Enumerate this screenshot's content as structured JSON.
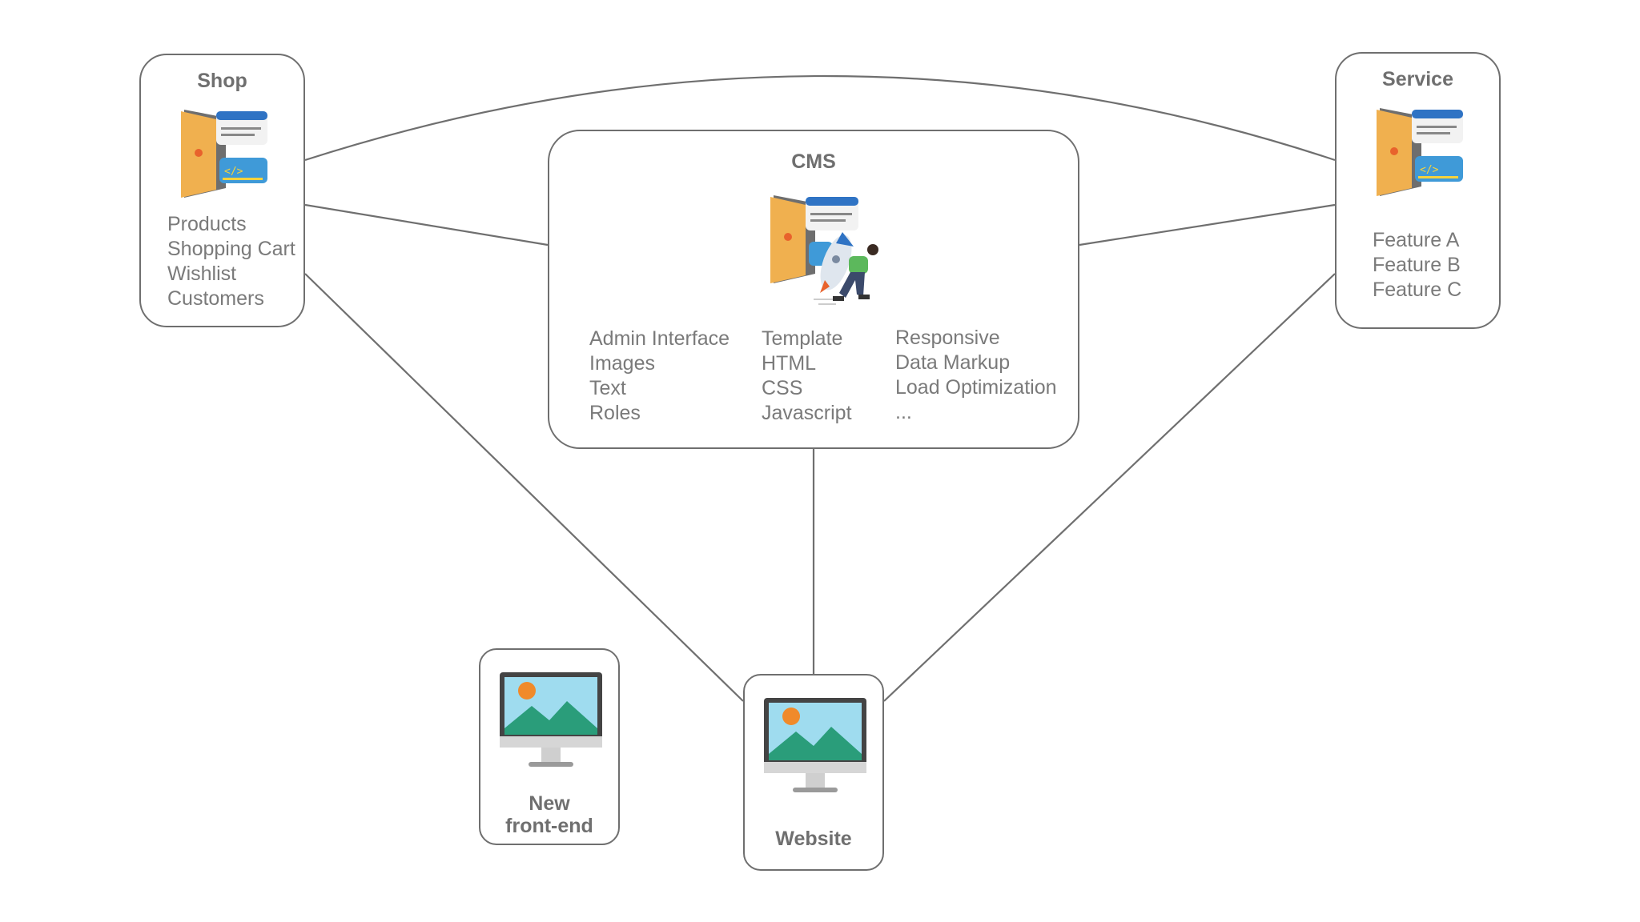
{
  "colors": {
    "stroke": "#6f6f6f",
    "text": "#7a7a7a",
    "door": "#f0b04f",
    "doorDark": "#6e6e6e",
    "bubbleBlue": "#2f73c4",
    "codeBlue": "#3f9ad8",
    "screenBg": "#9fdcef",
    "mountain": "#2a9d7a",
    "sun": "#f08a2a"
  },
  "shop": {
    "title": "Shop",
    "icon": "door-code-icon",
    "items": [
      "Products",
      "Shopping Cart",
      "Wishlist",
      "Customers"
    ]
  },
  "service": {
    "title": "Service",
    "icon": "door-code-icon",
    "items": [
      "Feature A",
      "Feature B",
      "Feature C"
    ]
  },
  "cms": {
    "title": "CMS",
    "icon": "door-rocket-person-icon",
    "columns": [
      [
        "Admin Interface",
        "Images",
        "Text",
        "Roles"
      ],
      [
        "Template",
        "HTML",
        "CSS",
        "Javascript"
      ],
      [
        "Responsive",
        "Data Markup",
        "Load Optimization",
        "..."
      ]
    ]
  },
  "new_frontend": {
    "icon": "monitor-icon",
    "label_line1": "New",
    "label_line2": "front-end"
  },
  "website": {
    "icon": "monitor-icon",
    "label": "Website"
  }
}
